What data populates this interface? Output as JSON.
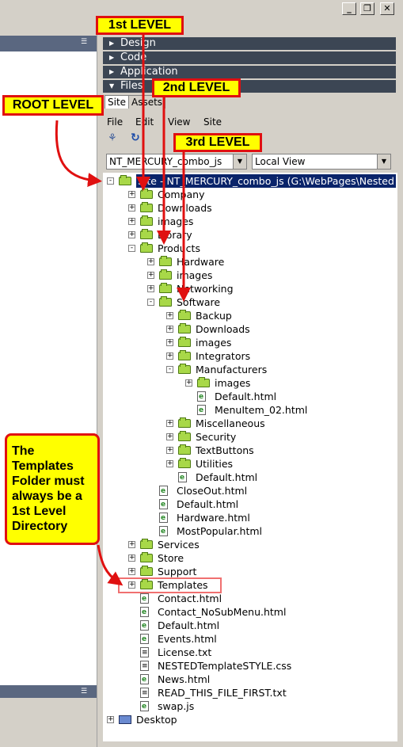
{
  "window": {
    "btn_min": "_",
    "btn_restore": "❐",
    "btn_close": "✕"
  },
  "panels": {
    "design": "Design",
    "code": "Code",
    "application": "Application",
    "files": "Files"
  },
  "tabs": [
    "Site",
    "Assets"
  ],
  "menus": [
    "File",
    "Edit",
    "View",
    "Site"
  ],
  "site_select": "NT_MERCURY_combo_js",
  "view_select": "Local View",
  "annotations": {
    "level1": "1st LEVEL",
    "level2": "2nd LEVEL",
    "level3": "3rd LEVEL",
    "root": "ROOT LEVEL",
    "templates_note": "The Templates Folder must always be a 1st Level Directory"
  },
  "accent_color": "#e01010",
  "callout_color": "#ffff00",
  "tree": [
    {
      "label": "Site - NT_MERCURY_combo_js (G:\\WebPages\\Nested",
      "type": "site",
      "depth": 0,
      "exp": "-",
      "selected": true
    },
    {
      "label": "Company",
      "type": "folder",
      "depth": 1,
      "exp": "+"
    },
    {
      "label": "Downloads",
      "type": "folder",
      "depth": 1,
      "exp": "+"
    },
    {
      "label": "images",
      "type": "folder",
      "depth": 1,
      "exp": "+"
    },
    {
      "label": "Library",
      "type": "folder",
      "depth": 1,
      "exp": "+"
    },
    {
      "label": "Products",
      "type": "folder",
      "depth": 1,
      "exp": "-"
    },
    {
      "label": "Hardware",
      "type": "folder",
      "depth": 2,
      "exp": "+"
    },
    {
      "label": "images",
      "type": "folder",
      "depth": 2,
      "exp": "+"
    },
    {
      "label": "Networking",
      "type": "folder",
      "depth": 2,
      "exp": "+"
    },
    {
      "label": "Software",
      "type": "folder",
      "depth": 2,
      "exp": "-"
    },
    {
      "label": "Backup",
      "type": "folder",
      "depth": 3,
      "exp": "+"
    },
    {
      "label": "Downloads",
      "type": "folder",
      "depth": 3,
      "exp": "+"
    },
    {
      "label": "images",
      "type": "folder",
      "depth": 3,
      "exp": "+"
    },
    {
      "label": "Integrators",
      "type": "folder",
      "depth": 3,
      "exp": "+"
    },
    {
      "label": "Manufacturers",
      "type": "folder",
      "depth": 3,
      "exp": "-"
    },
    {
      "label": "images",
      "type": "folder",
      "depth": 4,
      "exp": "+"
    },
    {
      "label": "Default.html",
      "type": "file",
      "depth": 4,
      "exp": ""
    },
    {
      "label": "MenuItem_02.html",
      "type": "file",
      "depth": 4,
      "exp": ""
    },
    {
      "label": "Miscellaneous",
      "type": "folder",
      "depth": 3,
      "exp": "+"
    },
    {
      "label": "Security",
      "type": "folder",
      "depth": 3,
      "exp": "+"
    },
    {
      "label": "TextButtons",
      "type": "folder",
      "depth": 3,
      "exp": "+"
    },
    {
      "label": "Utilities",
      "type": "folder",
      "depth": 3,
      "exp": "+"
    },
    {
      "label": "Default.html",
      "type": "file",
      "depth": 3,
      "exp": ""
    },
    {
      "label": "CloseOut.html",
      "type": "file",
      "depth": 2,
      "exp": ""
    },
    {
      "label": "Default.html",
      "type": "file",
      "depth": 2,
      "exp": ""
    },
    {
      "label": "Hardware.html",
      "type": "file",
      "depth": 2,
      "exp": ""
    },
    {
      "label": "MostPopular.html",
      "type": "file",
      "depth": 2,
      "exp": ""
    },
    {
      "label": "Services",
      "type": "folder",
      "depth": 1,
      "exp": "+"
    },
    {
      "label": "Store",
      "type": "folder",
      "depth": 1,
      "exp": "+"
    },
    {
      "label": "Support",
      "type": "folder",
      "depth": 1,
      "exp": "+"
    },
    {
      "label": "Templates",
      "type": "folder",
      "depth": 1,
      "exp": "+"
    },
    {
      "label": "Contact.html",
      "type": "file",
      "depth": 1,
      "exp": ""
    },
    {
      "label": "Contact_NoSubMenu.html",
      "type": "file",
      "depth": 1,
      "exp": ""
    },
    {
      "label": "Default.html",
      "type": "file",
      "depth": 1,
      "exp": ""
    },
    {
      "label": "Events.html",
      "type": "file",
      "depth": 1,
      "exp": ""
    },
    {
      "label": "License.txt",
      "type": "txt",
      "depth": 1,
      "exp": ""
    },
    {
      "label": "NESTEDTemplateSTYLE.css",
      "type": "txt",
      "depth": 1,
      "exp": ""
    },
    {
      "label": "News.html",
      "type": "file",
      "depth": 1,
      "exp": ""
    },
    {
      "label": "READ_THIS_FILE_FIRST.txt",
      "type": "txt",
      "depth": 1,
      "exp": ""
    },
    {
      "label": "swap.js",
      "type": "file",
      "depth": 1,
      "exp": ""
    },
    {
      "label": "Desktop",
      "type": "desktop",
      "depth": -1,
      "exp": "+"
    }
  ]
}
